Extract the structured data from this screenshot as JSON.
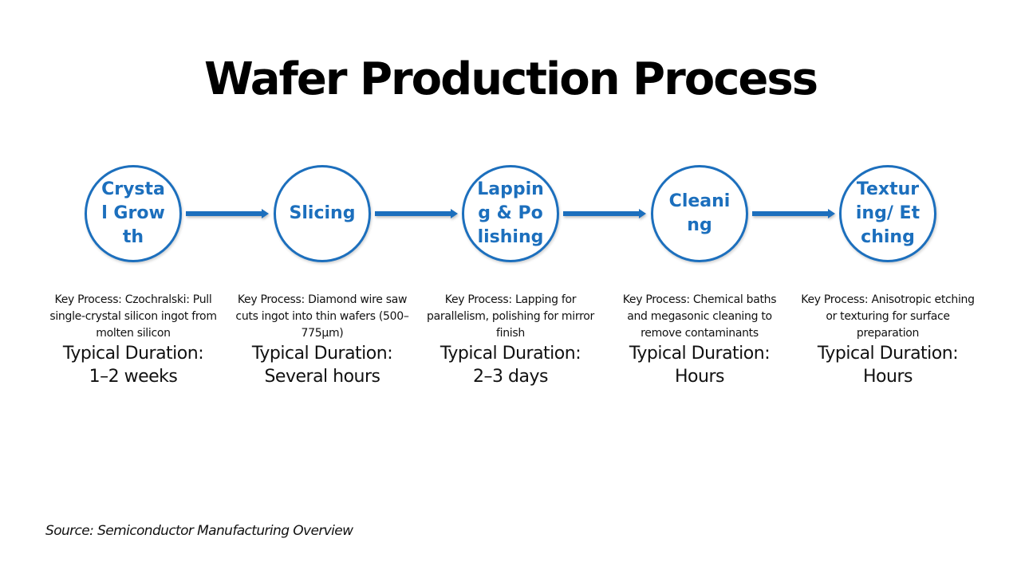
{
  "title": "Wafer Production Process",
  "colors": {
    "accent": "#1c6fbd",
    "text": "#111111"
  },
  "steps": [
    {
      "name": "Crystal Growth",
      "key_process": "Key Process: Czochralski: Pull single-crystal silicon ingot from molten silicon",
      "duration_label": "Typical Duration:",
      "duration": "1–2 weeks"
    },
    {
      "name": "Slicing",
      "key_process": "Key Process: Diamond wire saw cuts ingot into thin wafers (500–775μm)",
      "duration_label": "Typical Duration:",
      "duration": "Several hours"
    },
    {
      "name": "Lapping & Polishing",
      "key_process": "Key Process: Lapping for parallelism, polishing for mirror finish",
      "duration_label": "Typical Duration:",
      "duration": "2–3 days"
    },
    {
      "name": "Cleaning",
      "key_process": "Key Process: Chemical baths and megasonic cleaning to remove contaminants",
      "duration_label": "Typical Duration:",
      "duration": "Hours"
    },
    {
      "name": "Texturing/ Etching",
      "key_process": "Key Process: Anisotropic etching or texturing for surface preparation",
      "duration_label": "Typical Duration:",
      "duration": "Hours"
    }
  ],
  "connectors": [
    "arrow-right",
    "arrow-right",
    "arrow-right",
    "arrow-right"
  ],
  "source": "Source: Semiconductor Manufacturing Overview"
}
